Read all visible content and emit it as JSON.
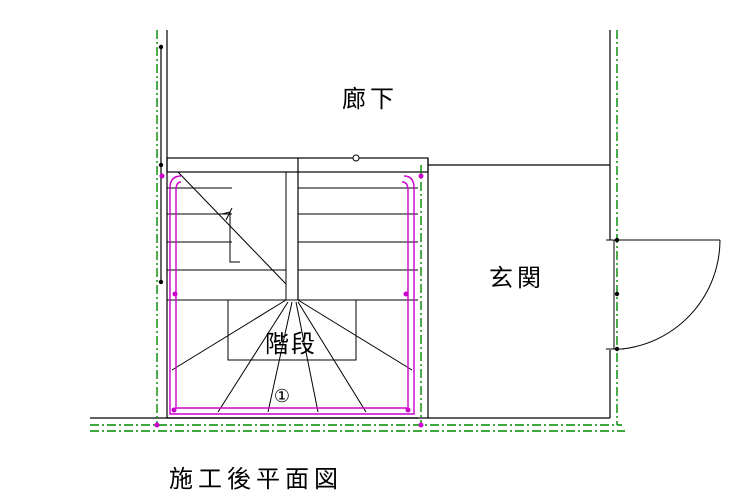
{
  "rooms": {
    "corridor": "廊下",
    "entrance": "玄関",
    "stairs": "階段"
  },
  "marker": "①",
  "caption": "施工後平面図",
  "colors": {
    "wall": "#000000",
    "handrail": "#cc00cc",
    "guide_line": "#008800",
    "background": "#ffffff"
  }
}
